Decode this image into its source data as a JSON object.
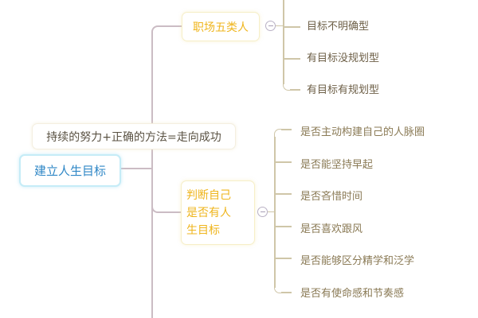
{
  "mindmap": {
    "root": {
      "label": "建立人生目标",
      "color": "#2f87c6"
    },
    "formula_note": {
      "label": "持续的努力+正确的方法=走向成功"
    },
    "branches": [
      {
        "label": "职场五类人",
        "collapse_toggle": "minus",
        "children": [
          "目标不明确型",
          "有目标没规划型",
          "有目标有规划型"
        ]
      },
      {
        "label_lines": [
          "判断自己",
          "是否有人",
          "生目标"
        ],
        "collapse_toggle": "minus",
        "children": [
          "是否主动构建自己的人脉圈",
          "是否能坚持早起",
          "是否吝惜时间",
          "是否喜欢跟风",
          "是否能够区分精学和泛学",
          "是否有使命感和节奏感"
        ]
      }
    ],
    "colors": {
      "branch_text": "#efb51c",
      "root_border": "#c5ecf7",
      "trunk_line": "#cbbcc4",
      "leaf_line": "#cfc6a8",
      "leaf_text": "#8a7a55"
    }
  }
}
